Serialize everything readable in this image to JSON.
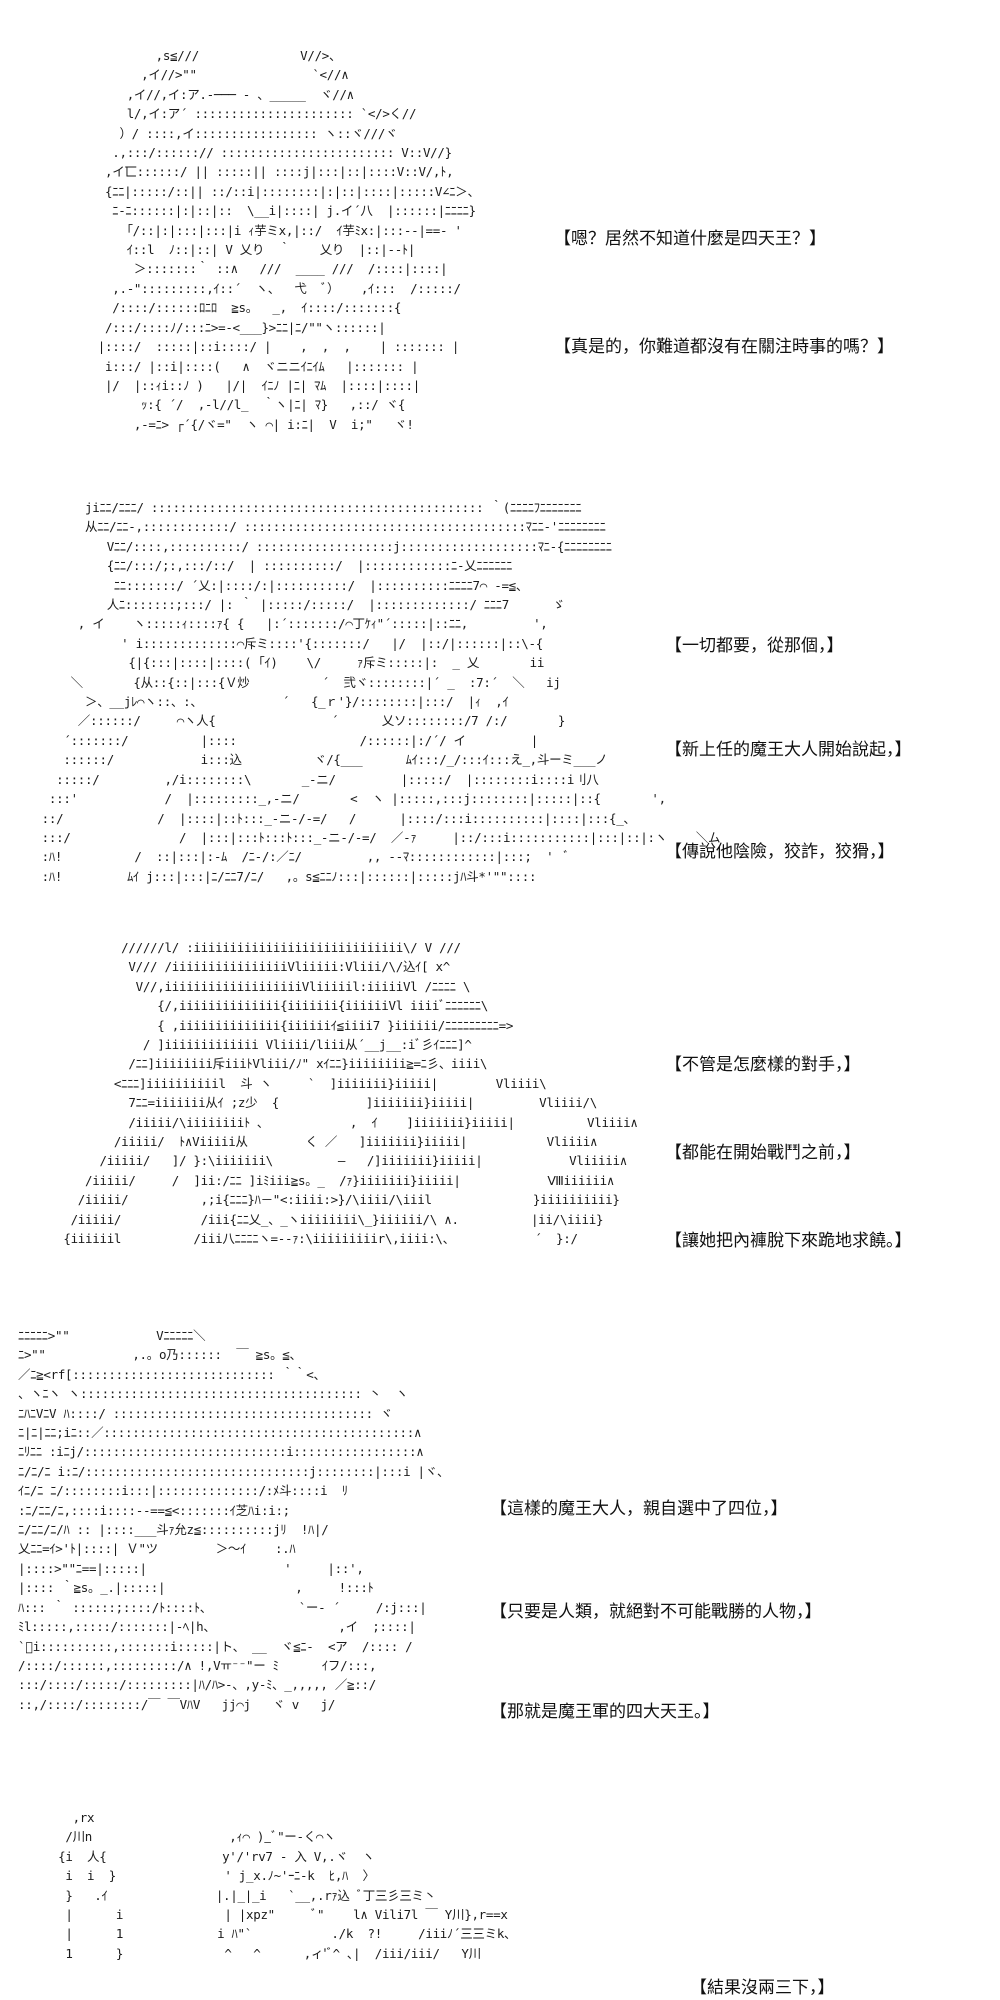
{
  "panels": [
    {
      "art": [
        "                ,s≦///              V//>、",
        "              ,イ//>\"\"                `<//∧",
        "            ,イ//,イ:ア.-─── ‐ 、_____  ヾ//∧",
        "            l/,イ:ア´ :::::::::::::::::::::: `</>く//",
        "           ）/ ::::,イ::::::::::::::::: ヽ::ヾ///ヾ",
        "          .,:::/::::::// :::::::::::::::::::::::: V::V//}",
        "         ,イ匸::::::/ || :::::|| ::::j|:::|::|::::V::V/,ﾄ,",
        "         {ﾆﾆ|:::::/::|| ::/::i|::::::::|:|::|::::|:::::V∠ﾆ＞、",
        "          ﾆ-ﾆ::::::|:|::|::  \\__i|::::| j.イ´八  |::::::|ﾆﾆﾆﾆ}",
        "            ｢/::|:|:::|:::|i ｨ芋ミx,|::/  ｲ芋ﾐx:|:::-‐|==‐ '",
        "            ｲ::l  ﾉ::|::| V 乂り  ｀    乂り  |::|‐‐ﾄ|",
        "             ＞:::::::｀ ::∧   ///  ____ ///  /::::|::::|",
        "          ,.‐\":::::::::,ｲ::´  ヽ、  弋  ﾞ）   ,ｲ:::  /:::::/",
        "          /::::/::::::ﾛﾆﾛ  ≧s。  _,  ｲ::::/:::::::{",
        "         /:::/::::ﾉ/:::ﾆ>=-<___}>ﾆﾆ|ﾆ/\"\"ヽ::::::|",
        "        |::::/  :::::|::i::::/ |    ,  ,  ,    | ::::::: |",
        "         i:::/ |::i|::::(   ∧  ヾニニｲﾆｲﾑ   |::::::: |",
        "         |/  |::ｨi::ﾉ )   |/|  ｲﾆﾉ |ﾆ| ﾏﾑ  |::::|::::|",
        "              ｯ:{ ´/  ,-l//l_  ｀ヽ|ﾆ| ﾏ}   ,::/ ヾ{",
        "             ,-=ﾆ> ┌´{/ヾ=\"  ヽ ⌒| i:ﾆ|  V  i;\"   ヾ!"
      ],
      "lines": [
        "【嗯？居然不知道什麼是四天王？】",
        "【真是的，你難道都沒有在關注時事的嗎？】"
      ]
    },
    {
      "art": [
        "         jiﾆﾆ/ﾆﾆﾆ/ :::::::::::::::::::::::::::::::::::::::::::::: ｀(ﾆﾆﾆﾆﾌﾆﾆﾆﾆﾆﾆﾆ",
        "         从ﾆﾆ/ﾆﾆ-,::::::::::::/ :::::::::::::::::::::::::::::::::::::::ﾏﾆﾆ-'ﾆﾆﾆﾆﾆﾆﾆﾆ",
        "            Vﾆﾆ/::::,::::::::::/ :::::::::::::::::::j:::::::::::::::::::ﾏﾆ-{ﾆﾆﾆﾆﾆﾆﾆﾆ",
        "            {ﾆﾆ/:::/;:,:::/::/  | ::::::::::/  |::::::::::::ﾆ-乂ﾆﾆﾆﾆﾆﾆ",
        "             ﾆﾆ:::::::/ ´乂:|::::/:|::::::::::/  |::::::::::ﾆﾆﾆﾆ7⌒ ‐=≦、",
        "            人ﾆ:::::::;:::/ |: ｀ |:::::/:::::/  |:::::::::::::/ ﾆﾆﾆ7      ゞ",
        "        , イ    ヽ:::::ｨ::::ｧ{ {   |:´:::::::/⌒丁ｹｨ\"´:::::|::ﾆﾆ,         ',",
        "              ' i:::::::::::::⌒斥ミ::::'{:::::::/   |/  |::/|::::::|::\\‐{",
        "               {|{:::|::::|::::( ｢ｲ)    \\/     ｧ斥ミ:::::|:  _ 乂       ii",
        "       ＼       {从::{::|:::{Ｖ炒          ´  弐ヾ::::::::|´ _  :7:´  ＼   ij",
        "         ＞、__jﾚ⌒ヽ::、:、           ´   {_ｒ'}/::::::::|:::/  |ｨ  ,ｲ",
        "        ／::::::/     ⌒ヽ人{                ´      乂ソ::::::::/7 /:/       }",
        "      ´:::::::/          |::::                 /::::::|:/´/ イ         |",
        "      ::::::/            i:::込          ヾ/{___      ﾑｲ:::/_/:::ｲ:::え_,斗ーミ___ノ",
        "     :::::/         ,/i::::::::\\       _‐ニ/         |:::::/  |::::::::i::::i刂八",
        "    :::'            /  |:::::::::_,‐ニ/       <  ヽ |:::::,:::j::::::::|:::::|::{       ',",
        "   ::/             /  |::::|::ﾄ:::_‐ニ‐/‐=/   /      |::::/:::i::::::::::|::::|:::{_、",
        "   :::/               /  |:::|:::ﾄ:::ﾄ:::_‐ニ‐/‐=/  ／‐ｧ     |::/:::i:::::::::::|:::|::|:ヽ    ＼ム",
        "   :ﾊ!          /  ::|:::|:-ﾑ  /ﾆ‐/:／ﾆ/         ,, ‐‐ﾏ::::::::::::|:::;  '  ﾞ",
        "   :ﾊ!         ﾑｲ j:::|:::|ﾆ/ﾆﾆ7/ﾆ/   ,。s≦ﾆﾆﾉ:::|::::::|:::::jﾊ斗*'\"\"::::"
      ],
      "lines": [
        "【一切都要，從那個，】",
        "【新上任的魔王大人開始說起，】",
        "【傳說他陰險，狡詐，狡猾，】"
      ]
    },
    {
      "art": [
        "              //////l/ :iiiiiiiiiiiiiiiiiiiiiiiiiiiii\\/ V ///",
        "               V/// /iiiiiiiiiiiiiiiiVliiiii:Vliii/\\/込ｲ[ x^",
        "                V//,iiiiiiiiiiiiiiiiiiiVliiiiil:iiiiiVl /ﾆﾆﾆﾆ \\",
        "                   {/,iiiiiiiiiiiiii{iiiiiii{iiiiiiVl iiiiﾞﾆﾆﾆﾆﾆﾆ\\",
        "                   { ,iiiiiiiiiiiiii{iiiiiiｲ≦iiii7 }iiiiii/ﾆﾆﾆﾆﾆﾆﾆﾆﾆ=>",
        "                 / ]iiiiiiiiiiiii Vliiii/liii从´__j__:iﾞ彡ｲﾆﾆﾆ]^",
        "               /ﾆﾆ]iiiiiiii斥iiiﾄVliii/ﾉ\" xｲﾆﾆ}iiiiiiii≧=ﾆ彡、iiii\\",
        "             <ﾆﾆﾆ]iiiiiiiiiil  斗 ヽ     `  ]iiiiiii}iiiii|        Vliiii\\",
        "               7ﾆﾆ=iiiiiii从ｲ ;z少  {            ]iiiiiii}iiiii|         Vliiii/\\",
        "               /iiiii/\\iiiiiiiiﾄ ､            ,  ｲ    ]iiiiiii}iiiii|          Vliiii∧",
        "             /iiiii/  ﾄ∧Viiiii从        く ／   ]iiiiiii}iiiii|           Vliiii∧",
        "           /iiiii/   ]/ }:\\iiiiiii\\         ―   /]iiiiiii}iiiii|            Vliiiii∧",
        "         /iiiii/     /  ]ii:/ﾆﾆ ]iﾐiii≧s。_  /ｧ}iiiiiii}iiiii|            Ⅷiiiiii∧",
        "        /iiiii/          ,;i{ﾆﾆﾆ}ﾊ－\"<:iiii:>}/\\iiii/\\iiil              }iiiiiiiiii}",
        "       /iiiii/           /iii{ﾆﾆ乂_、_ヽiiiiiiii\\_}iiiiii/\\ ∧.          |ii/\\iiii}",
        "      {iiiiiil          /iii八ﾆﾆﾆﾆヽ=‐‐ｧ:\\iiiiiiiiir\\,iiii:\\、           ´  }:/"
      ],
      "lines": [
        "【不管是怎麼樣的對手，】",
        "【都能在開始戰鬥之前，】",
        "【讓她把內褲脫下來跪地求饒。】"
      ]
    },
    {
      "art": [
        "ﾆﾆﾆﾆﾆ>\"\"            Vﾆﾆﾆﾆﾆ＼",
        "ﾆ>\"\"            ,.。o乃::::::  ￣ ≧s。≦、",
        "／ﾆ≧<rf[:::::::::::::::::::::::::::: ｀｀<、",
        "、ヽﾆヽ ヽ::::::::::::::::::::::::::::::::::::::: 丶  ヽ",
        "ﾆﾊﾆVﾆV ﾊ::::/ :::::::::::::::::::::::::::::::::::: ヾ",
        "ﾆ|ﾆ|ﾆﾆ;iﾆ::／:::::::::::::::::::::::::::::::::::::::::::∧",
        "ﾆﾘﾆﾆ :iﾆj/::::::::::::::::::::::::::::i:::::::::::::::::∧",
        "ﾆ/ﾆ/ﾆ i:ﾆ/:::::::::::::::::::::::::::::::j::::::::|:::i |ヾ、",
        "ｲﾆ/ﾆ ﾆ/::::::::i:::|::::::::::::::/:ﾒ斗::::i  ﾘ",
        ":ﾆ/ﾆﾆ/ﾆ,::::i::::‐‐==≦<:::::::ｲ芝ﾊi:i:;",
        "ﾆ/ﾆﾆ/ﾆ/ﾊ :: |::::___斗ｧ允z≦::::::::::jﾘ  !ﾊ|/",
        "乂ﾆﾆ=ｲ>'ﾄ|::::| Ｖ\"ツ        ＞～ｲ    :.ﾊ",
        "|::::>\"\"ﾆ==|:::::|                   '     |::',",
        "|:::: ｀≧s。_.|:::::|                  ,     !:::ﾄ",
        "ﾊ::: ｀ ::::::;::::/ﾄ::::ﾄ、            `ー‐ ´     /:j:::|",
        "ﾐl:::::,:::::/:::::::|‐ﾍ|h、                 ,イ  ;::::|",
        "`ﾞi::::::::::,:::::::i:::::|ト、 __  ヾ≦ﾆ-  <ア  /:::: /",
        "/::::/::::::,:::::::::/∧ !,Vￗ⁻⁻\"ー ﾐ      ｲフ/:::,",
        ":::/::::/:::::/:::::::::|ﾊ/ﾊ>-、,y‐ﾐ、_,,,,, ／≧::/",
        "::,/::::/::::::::/￣ ￣VﾊV   jj⌒j   ヾ v   j/"
      ],
      "lines": [
        "【這樣的魔王大人，親自選中了四位，】",
        "【只要是人類，就絕對不可能戰勝的人物，】",
        "【那就是魔王軍的四大天王。】"
      ]
    },
    {
      "art": [
        "       ,rx",
        "      /川n                   ,ｨ⌒ )_ﾞ\"ー‐く⌒ヽ",
        "     {i  人{                y'/'rv7 ‐ 入 V,.ヾ  ヽ",
        "      i  i  }               ' j_x.ﾉ~'ｰﾆ-k  ﾋ,ﾊ  〉",
        "      }   .ｲ               |.|_|_i   `__,.rｧ込 ﾞ丁三彡三ミ丶",
        "      |      i              | |xpz\"     ﾞ\"    l∧ Vili7l ￣ Y川},r==x",
        "      |      1             i ﾊ\"`           ./k  ?!     /iiiﾉ´三三ミk、",
        "      1      }              ^   ^      ,ィ'ﾞ^ ､|  /iii/iii/   Y川"
      ],
      "lines": [
        "【結果沒兩三下，】"
      ]
    }
  ]
}
